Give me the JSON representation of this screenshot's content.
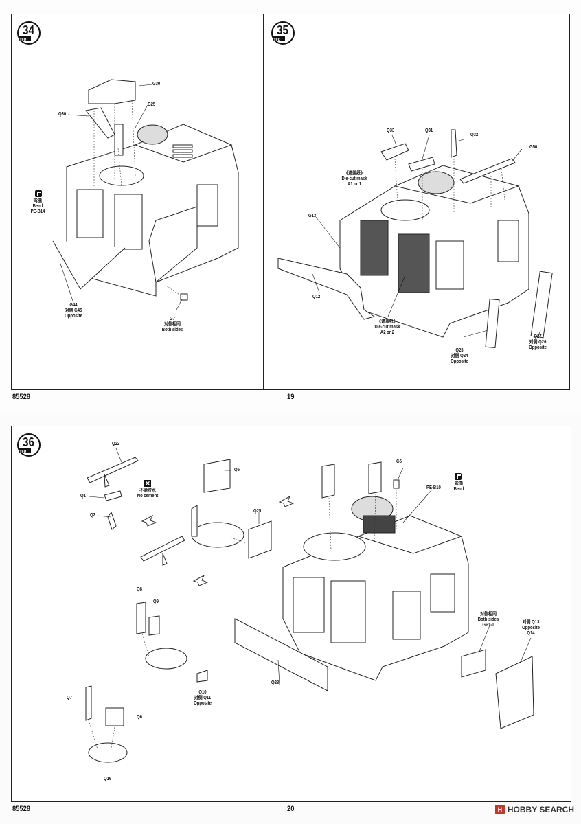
{
  "top_page": {
    "footer_left": "85528",
    "footer_center": "19",
    "step34": {
      "number": "34",
      "step_word": "STEP",
      "labels": {
        "g30": "G30",
        "q30": "Q30",
        "g25": "G25",
        "bend_cn": "弯曲",
        "bend_en": "Bend",
        "pe_b14": "PE-B14",
        "g44": "G44",
        "g45_cn": "对侧 G45",
        "opposite": "Opposite",
        "g7": "G7",
        "both_cn": "对侧相同",
        "both_en": "Both sides"
      }
    },
    "step35": {
      "number": "35",
      "step_word": "STEP",
      "labels": {
        "q33": "Q33",
        "q31": "Q31",
        "q32": "Q32",
        "g56": "G56",
        "mask1_cn": "《遮盖纸》",
        "mask1_en": "Die-cut mask",
        "mask1_code": "A1 or 1",
        "g13": "G13",
        "q12": "Q12",
        "mask2_cn": "《遮盖纸》",
        "mask2_en": "Die-cut mask",
        "mask2_code": "A2 or 2",
        "q23": "Q23",
        "q24_cn": "对侧 Q24",
        "opposite_a": "Opposite",
        "q27": "Q27",
        "q26_cn": "对侧 Q26",
        "opposite_b": "Opposite"
      }
    }
  },
  "bottom_page": {
    "footer_left": "85528",
    "footer_center": "20",
    "step36": {
      "number": "36",
      "step_word": "STEP",
      "labels": {
        "q22": "Q22",
        "q1": "Q1",
        "q2": "Q2",
        "no_cement_cn": "不涂胶水",
        "no_cement_en": "No cement",
        "q5": "Q5",
        "q25": "Q25",
        "q8": "Q8",
        "q9": "Q9",
        "q10": "Q10",
        "q11_cn": "对侧 Q11",
        "opposite": "Opposite",
        "q7": "Q7",
        "q6": "Q6",
        "q16": "Q16",
        "g5": "G5",
        "pe_b10": "PE-B10",
        "bend_cn": "弯曲",
        "bend_en": "Bend",
        "q28": "Q28",
        "both_cn": "对侧相同",
        "both_en": "Both sides",
        "gp1": "GP1-1",
        "q13_cn": "对侧 Q13",
        "opposite_b": "Opposite",
        "q14": "Q14"
      }
    }
  },
  "watermark": {
    "logo": "H",
    "text": "HOBBY SEARCH"
  }
}
